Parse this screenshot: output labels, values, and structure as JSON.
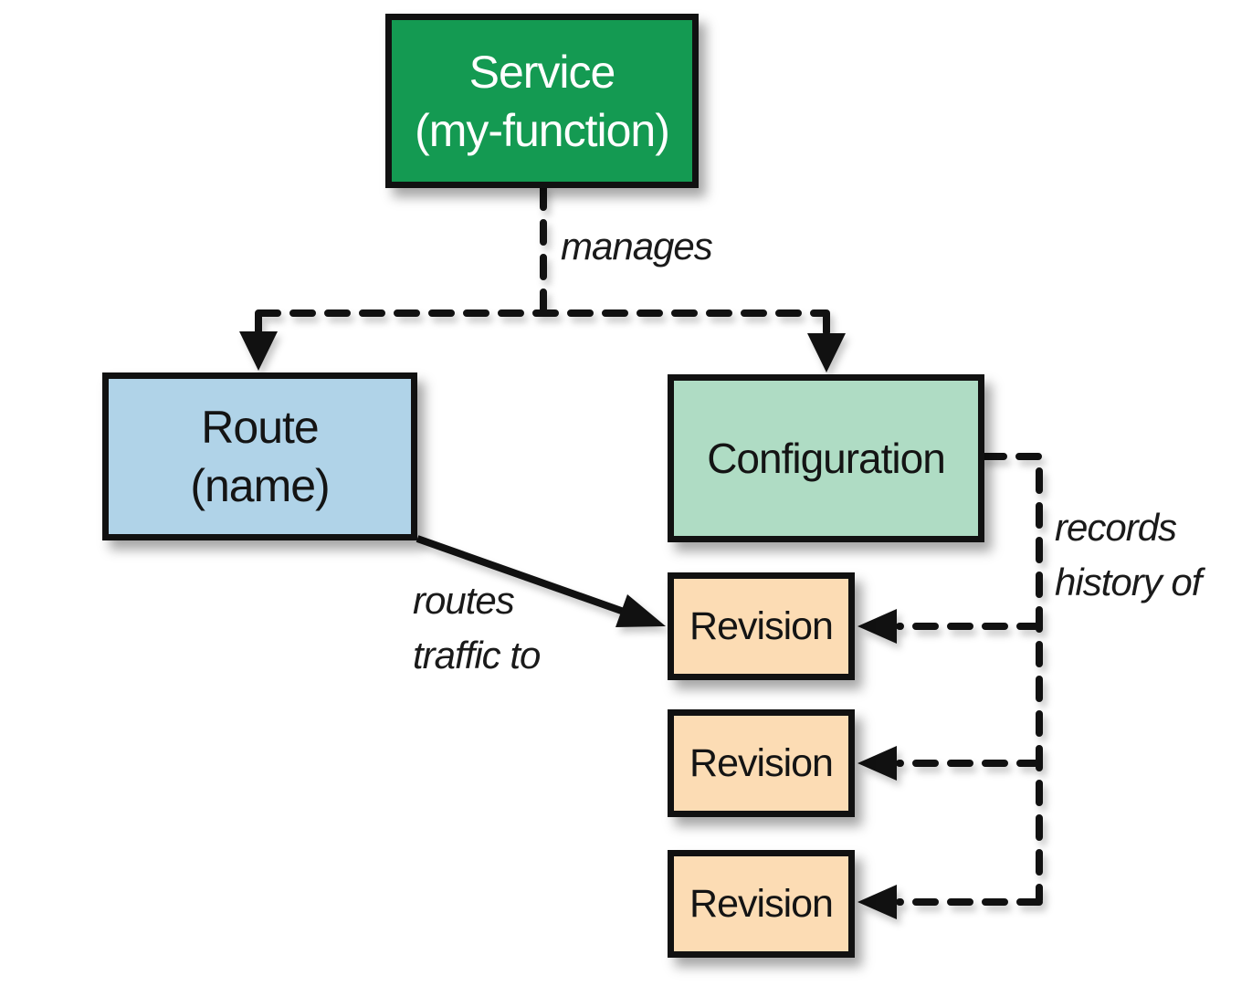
{
  "colors": {
    "service_fill": "#149a52",
    "service_text": "#ffffff",
    "route_fill": "#b0d3e8",
    "configuration_fill": "#afdcc4",
    "revision_fill": "#fcdcb4",
    "border": "#111111",
    "label_text": "#1a1a1a",
    "background": "#ffffff"
  },
  "nodes": {
    "service": {
      "line1": "Service",
      "line2": "(my-function)"
    },
    "route": {
      "line1": "Route",
      "line2": "(name)"
    },
    "configuration": {
      "label": "Configuration"
    },
    "revisions": [
      {
        "label": "Revision"
      },
      {
        "label": "Revision"
      },
      {
        "label": "Revision"
      }
    ]
  },
  "edge_labels": {
    "manages": "manages",
    "routes_line1": "routes",
    "routes_line2": "traffic to",
    "records_line1": "records",
    "records_line2": "history of"
  }
}
